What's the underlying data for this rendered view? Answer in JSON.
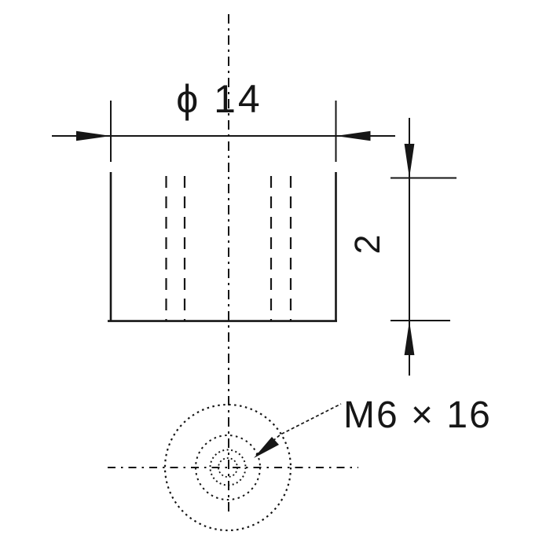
{
  "colors": {
    "background": "#ffffff",
    "ink": "#161616"
  },
  "drawing": {
    "type": "technical-dimension-drawing",
    "views": [
      {
        "name": "front-view",
        "description": "cylindrical sleeve side outline with hidden thread lines and vertical centerline"
      },
      {
        "name": "bottom-view",
        "description": "end view: dotted concentric circles of threaded hole with centerlines"
      }
    ]
  },
  "labels": {
    "diameter": "ϕ 14",
    "height": "2",
    "thread": "M6 × 16"
  },
  "dimensions": {
    "diameter_value": "14",
    "height_value": "2",
    "thread_spec": "M6 × 16"
  }
}
